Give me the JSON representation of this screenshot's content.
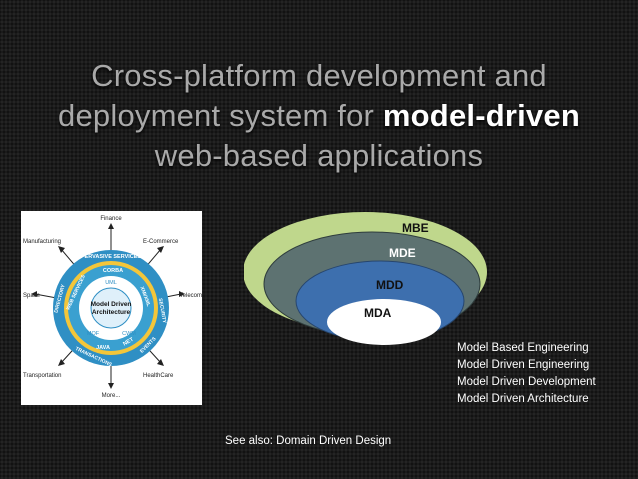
{
  "slide": {
    "title_line1": "Cross-platform development and",
    "title_line2_prefix": "deployment system for ",
    "title_line2_highlight": "model-driven",
    "title_line3": "web-based applications",
    "see_also": "See also: Domain Driven Design"
  },
  "ovals": {
    "mbe": "MBE",
    "mde": "MDE",
    "mdd": "MDD",
    "mda": "MDA",
    "colors": {
      "mbe": "#bfd78c",
      "mde": "#5d7271",
      "mdd": "#3d6fae",
      "mda": "#ffffff"
    }
  },
  "legend": [
    "Model Based Engineering",
    "Model Driven Engineering",
    "Model Driven Development",
    "Model Driven Architecture"
  ],
  "mda_diagram": {
    "center_line1": "Model Driven",
    "center_line2": "Architecture",
    "inner_ring": [
      "UML",
      "MOF",
      "CWM"
    ],
    "middle_ring": [
      "CORBA",
      "JAVA",
      "NET",
      "XMI/XML",
      "WEB SERVICES"
    ],
    "outer_ring": [
      "PERVASIVE SERVICES",
      "SECURITY",
      "EVENTS",
      "TRANSACTIONS",
      "DIRECTORY"
    ],
    "domains": {
      "top": "Finance",
      "top_right": "E-Commerce",
      "right": "Telecom",
      "bottom_right": "HealthCare",
      "bottom": "More...",
      "bottom_left": "Transportation",
      "left": "Space",
      "top_left": "Manufacturing"
    }
  }
}
